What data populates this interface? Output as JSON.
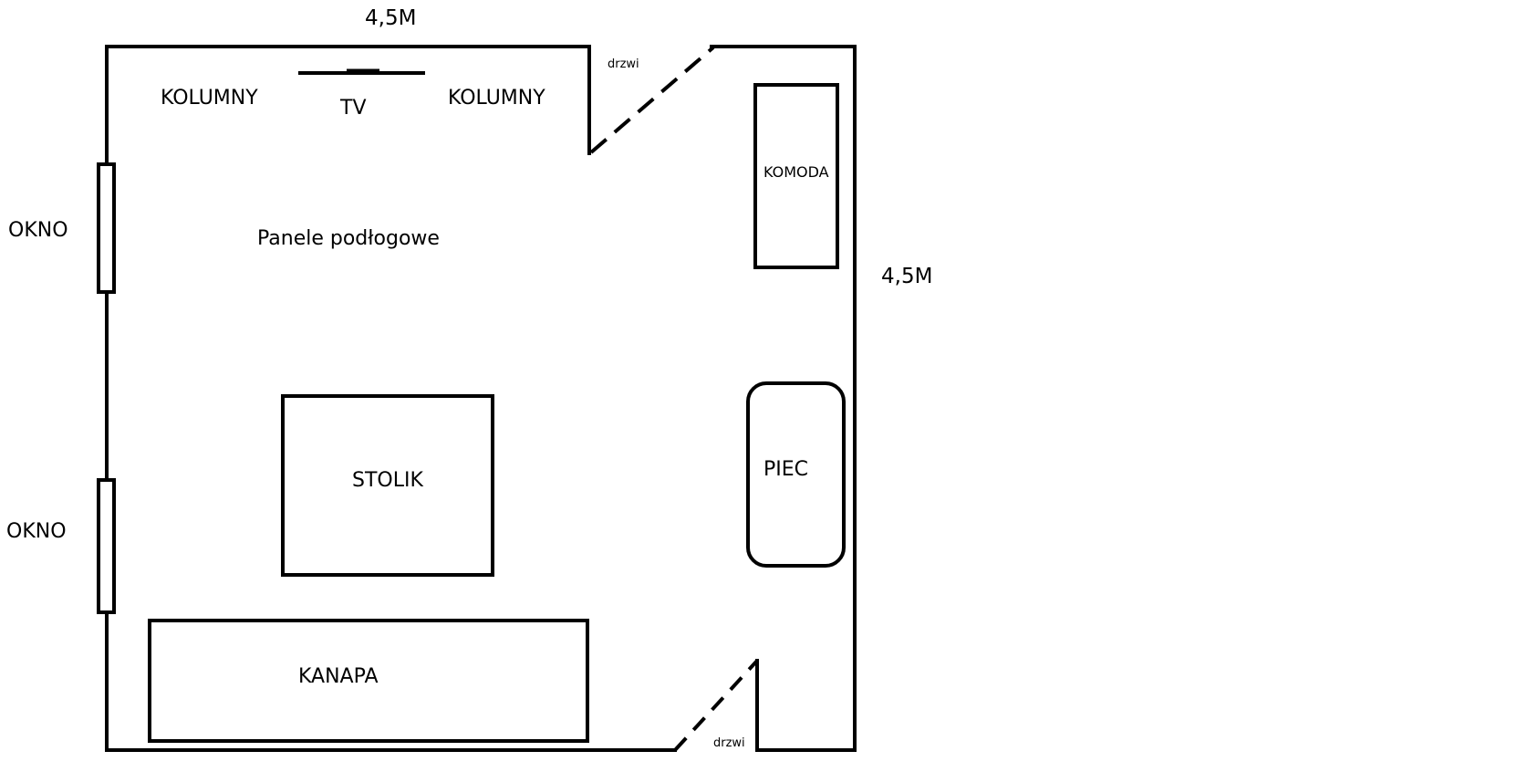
{
  "diagram": {
    "colors": {
      "line": "#000000",
      "background": "#ffffff"
    },
    "dimensions": {
      "top": "4,5M",
      "right": "4,5M"
    },
    "floor_label": "Panele podłogowe",
    "furniture": {
      "tv": "TV",
      "speaker_left": "KOLUMNY",
      "speaker_right": "KOLUMNY",
      "dresser": "KOMODA",
      "stove": "PIEC",
      "table": "STOLIK",
      "sofa": "KANAPA"
    },
    "windows": {
      "upper": "OKNO",
      "lower": "OKNO"
    },
    "doors": {
      "top": "drzwi",
      "bottom": "drzwi"
    }
  }
}
